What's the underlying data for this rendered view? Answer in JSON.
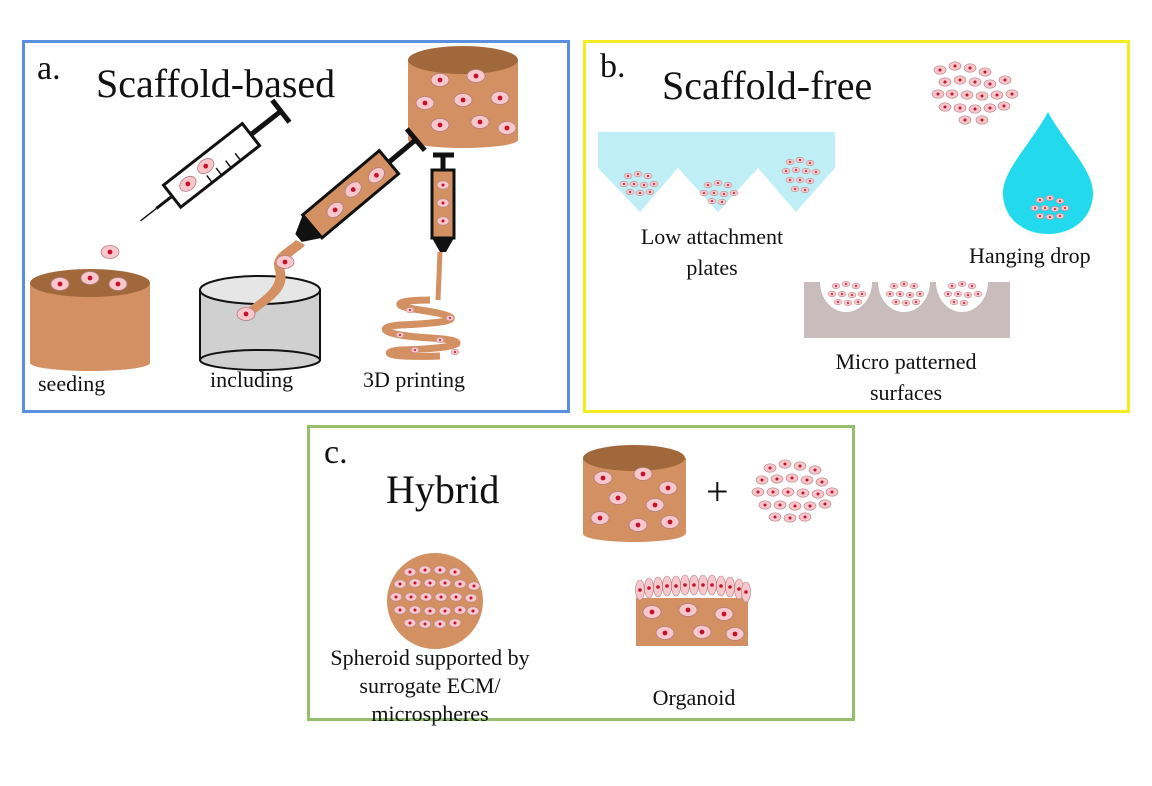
{
  "panels": {
    "a": {
      "letter": "a.",
      "title": "Scaffold-based",
      "labels": {
        "seeding": "seeding",
        "including": "including",
        "printing": "3D printing"
      }
    },
    "b": {
      "letter": "b.",
      "title": "Scaffold-free",
      "labels": {
        "low_attachment_1": "Low attachment",
        "low_attachment_2": "plates",
        "hanging_drop": "Hanging drop",
        "micro_1": "Micro patterned",
        "micro_2": "surfaces"
      }
    },
    "c": {
      "letter": "c.",
      "title": "Hybrid",
      "plus": "+",
      "labels": {
        "spheroid_1": "Spheroid supported by",
        "spheroid_2": "surrogate ECM/",
        "spheroid_3": "microspheres",
        "organoid": "Organoid"
      }
    }
  },
  "colors": {
    "panel_a_border": "#5b8fe0",
    "panel_b_border": "#f3ec1f",
    "panel_c_border": "#96be6c",
    "scaffold_body": "#d39163",
    "scaffold_top": "#a1683c",
    "cell_fill": "#f8c7cc",
    "cell_nucleus": "#c2122c",
    "plate_fill": "#bfeef7",
    "drop_fill": "#22d9ee",
    "micro_fill": "#c8bcbc"
  }
}
